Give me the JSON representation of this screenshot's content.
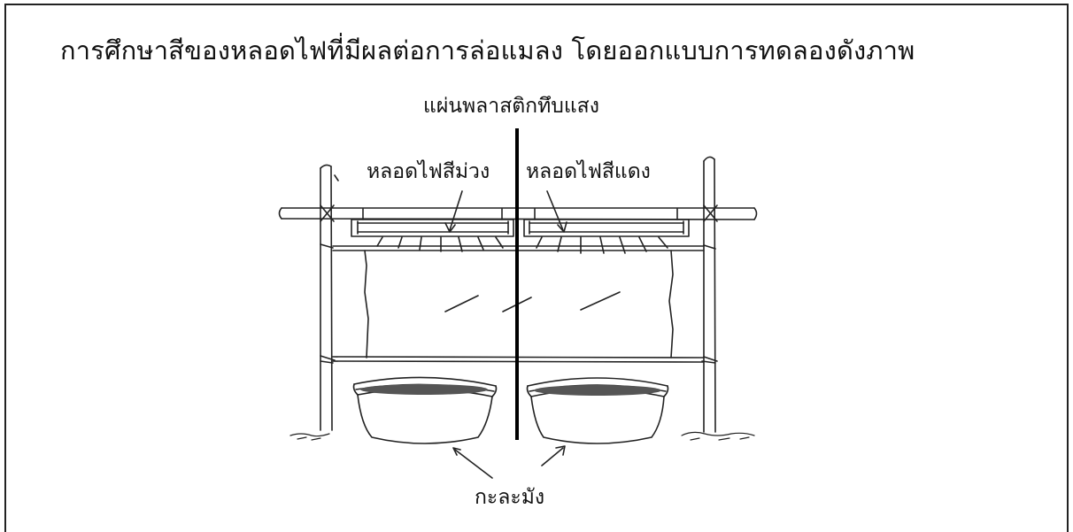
{
  "title": "การศึกษาสีของหลอดไฟที่มีผลต่อการล่อแมลง โดยออกแบบการทดลองดังภาพ",
  "labels": {
    "opaque_plastic_sheet": "แผ่นพลาสติกทึบแสง",
    "purple_bulb": "หลอดไฟสีม่วง",
    "red_bulb": "หลอดไฟสีแดง",
    "basin": "กะละมัง"
  }
}
